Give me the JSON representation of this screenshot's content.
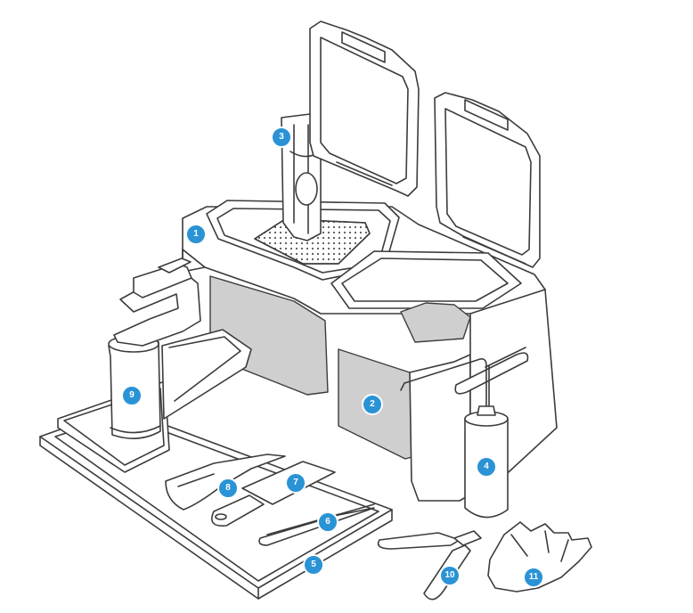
{
  "callouts": [
    {
      "id": "1",
      "label": "1"
    },
    {
      "id": "2",
      "label": "2"
    },
    {
      "id": "3",
      "label": "3"
    },
    {
      "id": "4",
      "label": "4"
    },
    {
      "id": "5",
      "label": "5"
    },
    {
      "id": "6",
      "label": "6"
    },
    {
      "id": "7",
      "label": "7"
    },
    {
      "id": "8",
      "label": "8"
    },
    {
      "id": "9",
      "label": "9"
    },
    {
      "id": "10",
      "label": "10"
    },
    {
      "id": "11",
      "label": "11"
    }
  ],
  "colors": {
    "callout": "#2a93d5",
    "line": "#3c3c3c",
    "tank_fill": "#cfcfcf",
    "background": "#ffffff"
  }
}
